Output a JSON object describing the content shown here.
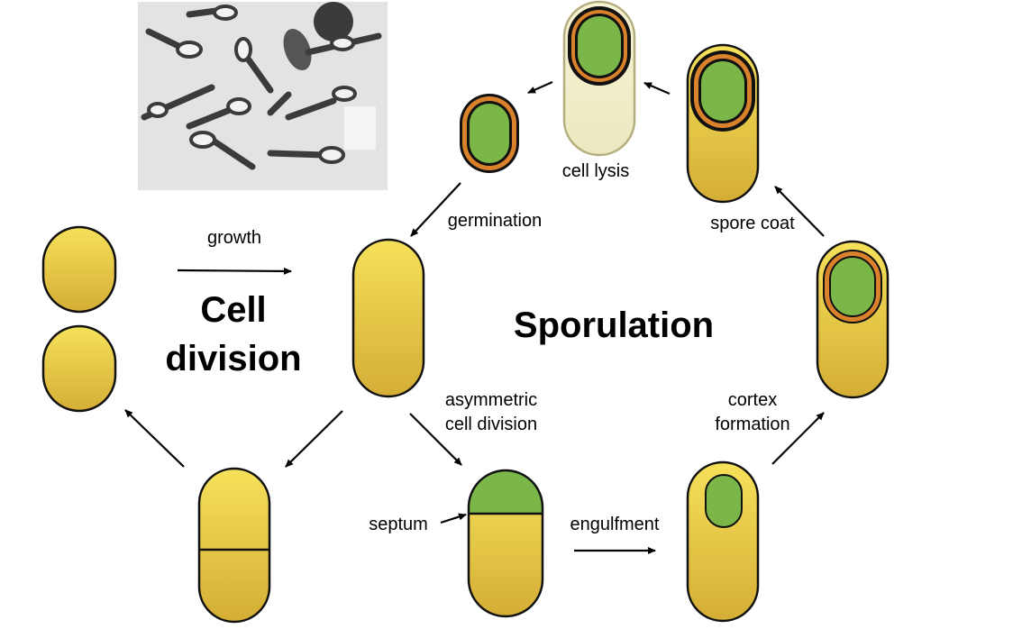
{
  "titles": {
    "cell_division_line1": "Cell",
    "cell_division_line2": "division",
    "sporulation": "Sporulation"
  },
  "labels": {
    "growth": "growth",
    "germination": "germination",
    "cell_lysis": "cell lysis",
    "spore_coat": "spore coat",
    "asymmetric_line1": "asymmetric",
    "asymmetric_line2": "cell division",
    "cortex_line1": "cortex",
    "cortex_line2": "formation",
    "septum": "septum",
    "engulfment": "engulfment"
  },
  "colors": {
    "cell_yellow_top": "#f6e15a",
    "cell_yellow_bottom": "#d4ad35",
    "forespore_green": "#7ab648",
    "spore_coat_orange": "#d9822b",
    "lysed_cell": "#f2efc8",
    "outline": "#111111"
  },
  "photo": {
    "description_icon": "micrograph-image"
  }
}
